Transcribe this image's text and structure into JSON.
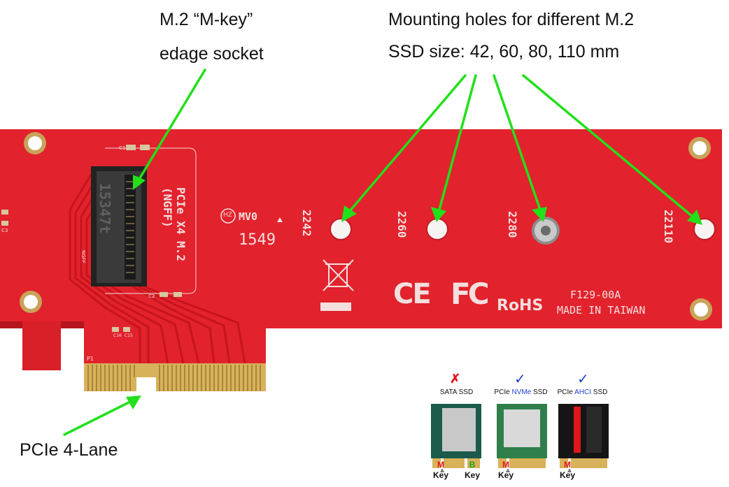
{
  "callouts": {
    "socket_line1": "M.2 “M-key”",
    "socket_line2": "edage socket",
    "holes_line1": "Mounting holes for different M.2",
    "holes_line2": "SSD size: 42, 60, 80, 110 mm",
    "pcie_lane": "PCIe 4-Lane"
  },
  "board": {
    "color": "#e2222c",
    "title_line1": "PCIe X4 M.2",
    "title_line2": "(NGFF)",
    "socket_code": "15347t",
    "socket_label": "NGFF",
    "hz_mark": "HZ",
    "mv0": "MV0",
    "date_code": "1549",
    "sizes": [
      "2242",
      "2260",
      "2280",
      "22110"
    ],
    "ce": "CE",
    "fc": "FC",
    "rohs": "RoHS",
    "part_number": "F129-00A",
    "made_in": "MADE IN TAIWAN",
    "ref_p1": "P1",
    "ref_c1": "C1",
    "ref_c2": "C2",
    "ref_c3": "C3",
    "ref_c15": "C15",
    "ref_c16": "C16"
  },
  "ssd_compat": [
    {
      "mark": "✗",
      "mark_color": "#e0161b",
      "caption_pre": "SATA SSD",
      "caption_hl": "",
      "caption_post": "",
      "keys": [
        {
          "letter": "M",
          "color": "#e0161b",
          "label": "Key"
        },
        {
          "letter": "B",
          "color": "#19a51c",
          "label": "Key"
        }
      ]
    },
    {
      "mark": "✓",
      "mark_color": "#1e3fd0",
      "caption_pre": "PCIe ",
      "caption_hl": "NVMe",
      "caption_post": " SSD",
      "keys": [
        {
          "letter": "M",
          "color": "#e0161b",
          "label": "Key"
        }
      ]
    },
    {
      "mark": "✓",
      "mark_color": "#1e3fd0",
      "caption_pre": "PCIe ",
      "caption_hl": "AHCI",
      "caption_post": " SSD",
      "keys": [
        {
          "letter": "M",
          "color": "#e0161b",
          "label": "Key"
        }
      ]
    }
  ],
  "colors": {
    "arrow": "#22e01a",
    "gold": "#c89a3a",
    "highlight": "#1e3fd0"
  }
}
